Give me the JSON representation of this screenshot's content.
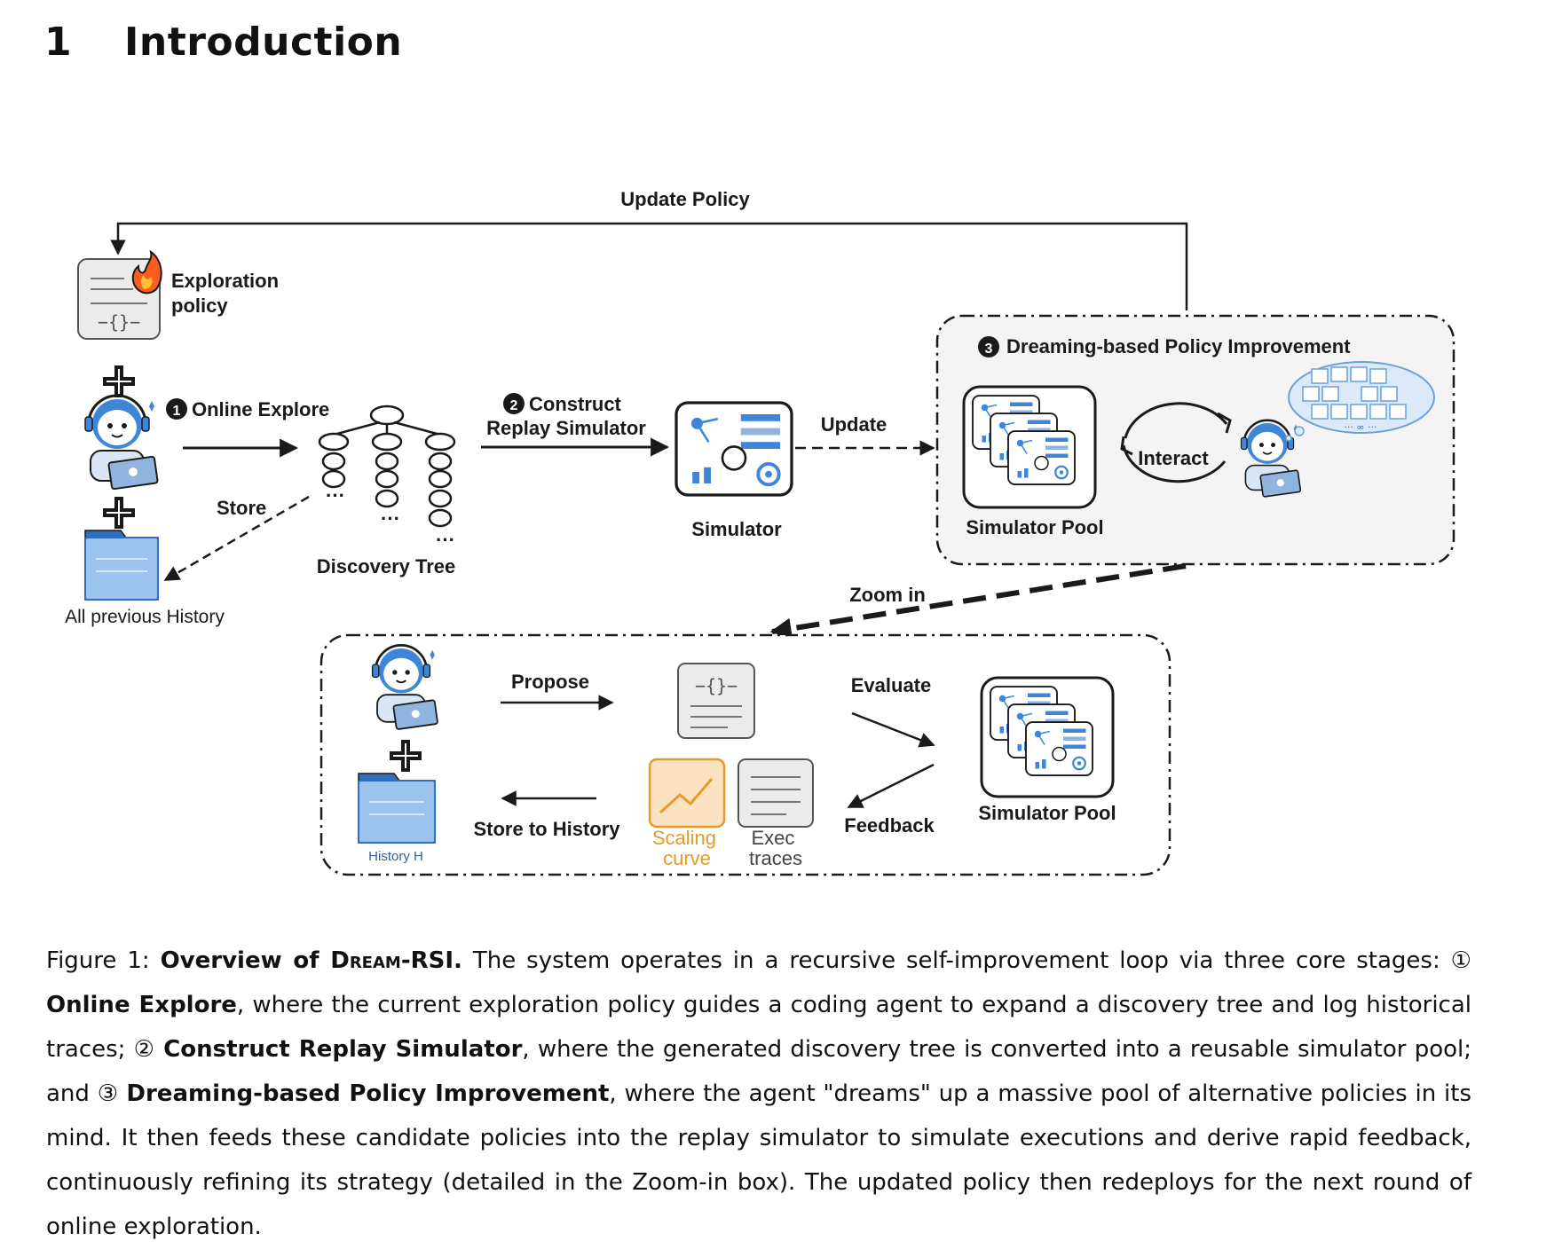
{
  "section": {
    "number": "1",
    "title": "Introduction"
  },
  "figure": {
    "update_policy": "Update Policy",
    "exploration_policy": [
      "Exploration",
      "policy"
    ],
    "step1": {
      "num": "1",
      "label": "Online Explore"
    },
    "store": "Store",
    "history": "All previous History",
    "discovery_tree": "Discovery Tree",
    "step2": {
      "num": "2",
      "line1": "Construct",
      "line2": "Replay Simulator"
    },
    "simulator": "Simulator",
    "update": "Update",
    "step3": {
      "num": "3",
      "label": "Dreaming-based Policy Improvement"
    },
    "simulator_pool": "Simulator Pool",
    "interact": "Interact",
    "zoom_in": "Zoom in",
    "propose": "Propose",
    "evaluate": "Evaluate",
    "feedback": "Feedback",
    "store_to_history": "Store to History",
    "history_h": "History H",
    "scaling_curve": [
      "Scaling",
      "curve"
    ],
    "exec_traces": [
      "Exec",
      "traces"
    ],
    "simulator_pool_2": "Simulator Pool",
    "code_glyph": "−{}−",
    "infinity": "··· ∞ ···",
    "ellipsis": "···",
    "colors": {
      "ink": "#1a1a1a",
      "panel_bg": "#f4f4f4",
      "orange": "#e59a2b",
      "blue": "#4a8fd4",
      "gray_doc": "#ebebeb"
    }
  },
  "caption": {
    "prefix": "Figure 1: ",
    "title": "Overview of ",
    "title_sc": "Dream",
    "title_rest": "-RSI.",
    "t1": " The system operates in a recursive self-improvement loop via three core stages: ",
    "m1": "①",
    "b1": "Online Explore",
    "t2": ", where the current exploration policy guides a coding agent to expand a discovery tree and log historical traces; ",
    "m2": "②",
    "b2": "Construct Replay Simulator",
    "t3": ", where the generated discovery tree is converted into a reusable simulator pool; and ",
    "m3": "③",
    "b3": "Dreaming-based Policy Improvement",
    "t4": ", where the agent \"dreams\" up a massive pool of alternative policies in its mind. It then feeds these candidate policies into the replay simulator to simulate executions and derive rapid feedback, continuously refining its strategy (detailed in the Zoom-in box). The updated policy then redeploys for the next round of online exploration."
  }
}
